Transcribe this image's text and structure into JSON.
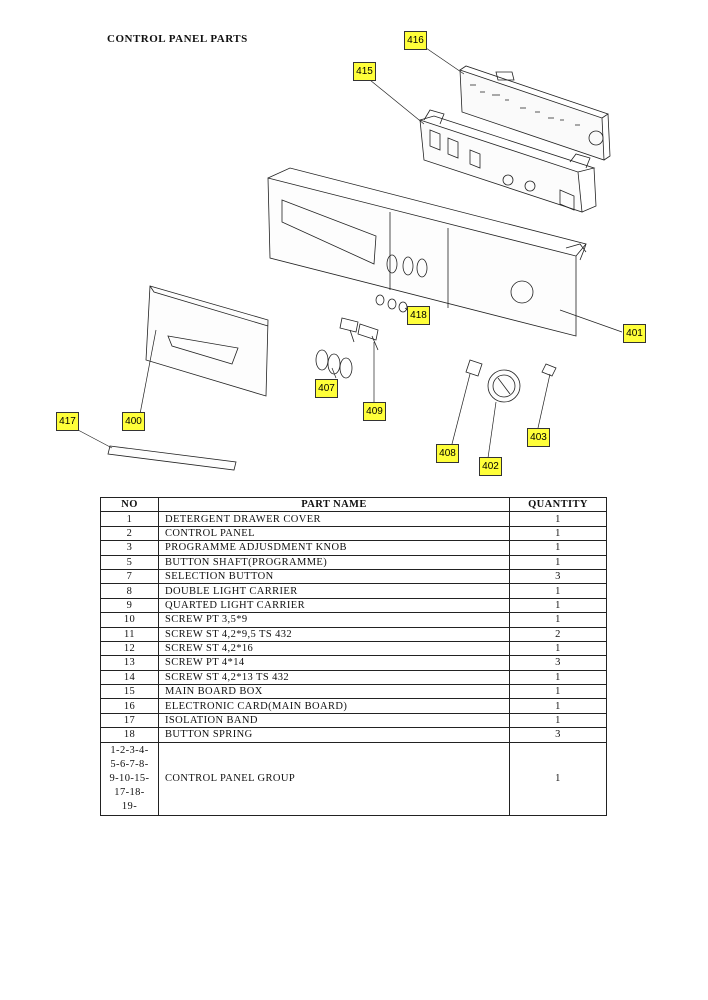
{
  "title": "CONTROL PANEL PARTS",
  "callouts": {
    "c416": "416",
    "c415": "415",
    "c418": "418",
    "c401": "401",
    "c407": "407",
    "c409": "409",
    "c417": "417",
    "c400": "400",
    "c403": "403",
    "c408": "408",
    "c402": "402"
  },
  "table": {
    "headers": {
      "no": "NO",
      "name": "PART NAME",
      "qty": "QUANTITY"
    },
    "rows": [
      {
        "no": "1",
        "name": "DETERGENT DRAWER COVER",
        "qty": "1"
      },
      {
        "no": "2",
        "name": "CONTROL PANEL",
        "qty": "1"
      },
      {
        "no": "3",
        "name": "PROGRAMME ADJUSDMENT KNOB",
        "qty": "1"
      },
      {
        "no": "5",
        "name": "BUTTON SHAFT(PROGRAMME)",
        "qty": "1"
      },
      {
        "no": "7",
        "name": "SELECTION BUTTON",
        "qty": "3"
      },
      {
        "no": "8",
        "name": "DOUBLE LIGHT CARRIER",
        "qty": "1"
      },
      {
        "no": "9",
        "name": "QUARTED LIGHT CARRIER",
        "qty": "1"
      },
      {
        "no": "10",
        "name": "SCREW PT 3,5*9",
        "qty": "1"
      },
      {
        "no": "11",
        "name": "SCREW ST 4,2*9,5 TS 432",
        "qty": "2"
      },
      {
        "no": "12",
        "name": "SCREW ST 4,2*16",
        "qty": "1"
      },
      {
        "no": "13",
        "name": "SCREW PT 4*14",
        "qty": "3"
      },
      {
        "no": "14",
        "name": "SCREW ST 4,2*13 TS 432",
        "qty": "1"
      },
      {
        "no": "15",
        "name": "MAIN BOARD BOX",
        "qty": "1"
      },
      {
        "no": "16",
        "name": "ELECTRONIC CARD(MAIN BOARD)",
        "qty": "1"
      },
      {
        "no": "17",
        "name": "ISOLATION BAND",
        "qty": "1"
      },
      {
        "no": "18",
        "name": "BUTTON SPRING",
        "qty": "3"
      }
    ],
    "group_row": {
      "no_lines": [
        "1-2-3-4-",
        "5-6-7-8-",
        "9-10-15-",
        "17-18-",
        "19-"
      ],
      "name": "CONTROL PANEL GROUP",
      "qty": "1"
    }
  }
}
